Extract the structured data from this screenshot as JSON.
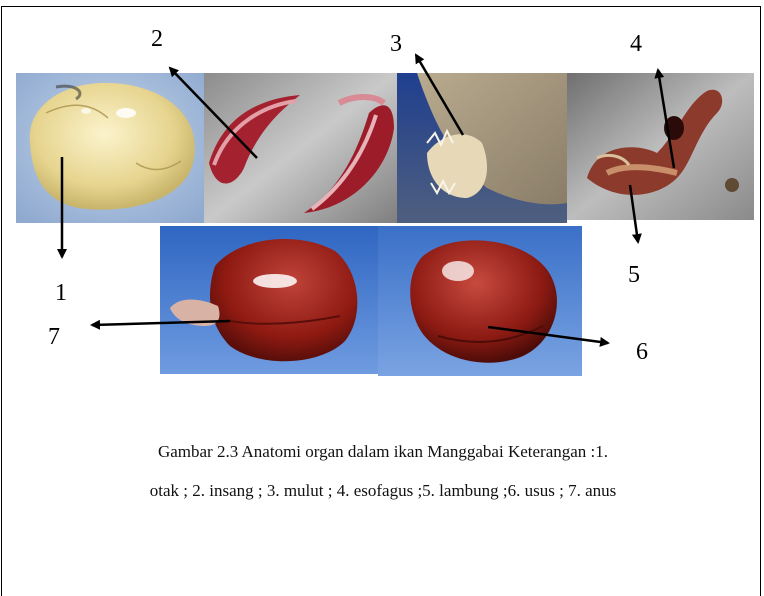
{
  "labels": {
    "n1": "1",
    "n2": "2",
    "n3": "3",
    "n4": "4",
    "n5": "5",
    "n6": "6",
    "n7": "7"
  },
  "caption": {
    "line1": "Gambar 2.3   Anatomi organ  dalam ikan  Manggabai Keterangan :1.",
    "line2": "otak ; 2. insang ; 3. mulut ; 4. esofagus ;5. lambung ;6. usus ;  7. anus"
  },
  "photos": [
    {
      "name": "brain-photo",
      "subject": "otak"
    },
    {
      "name": "gills-photo",
      "subject": "insang"
    },
    {
      "name": "mouth-photo",
      "subject": "mulut"
    },
    {
      "name": "esophagus-stomach-photo",
      "subject": "esofagus / lambung"
    },
    {
      "name": "anus-organ-photo",
      "subject": "anus"
    },
    {
      "name": "intestine-photo",
      "subject": "usus"
    }
  ],
  "colors": {
    "arrow": "#000000",
    "organ_red": "#8e1a12",
    "blue_background": "#3f74c8",
    "steel_background": "#9a9a9a"
  }
}
